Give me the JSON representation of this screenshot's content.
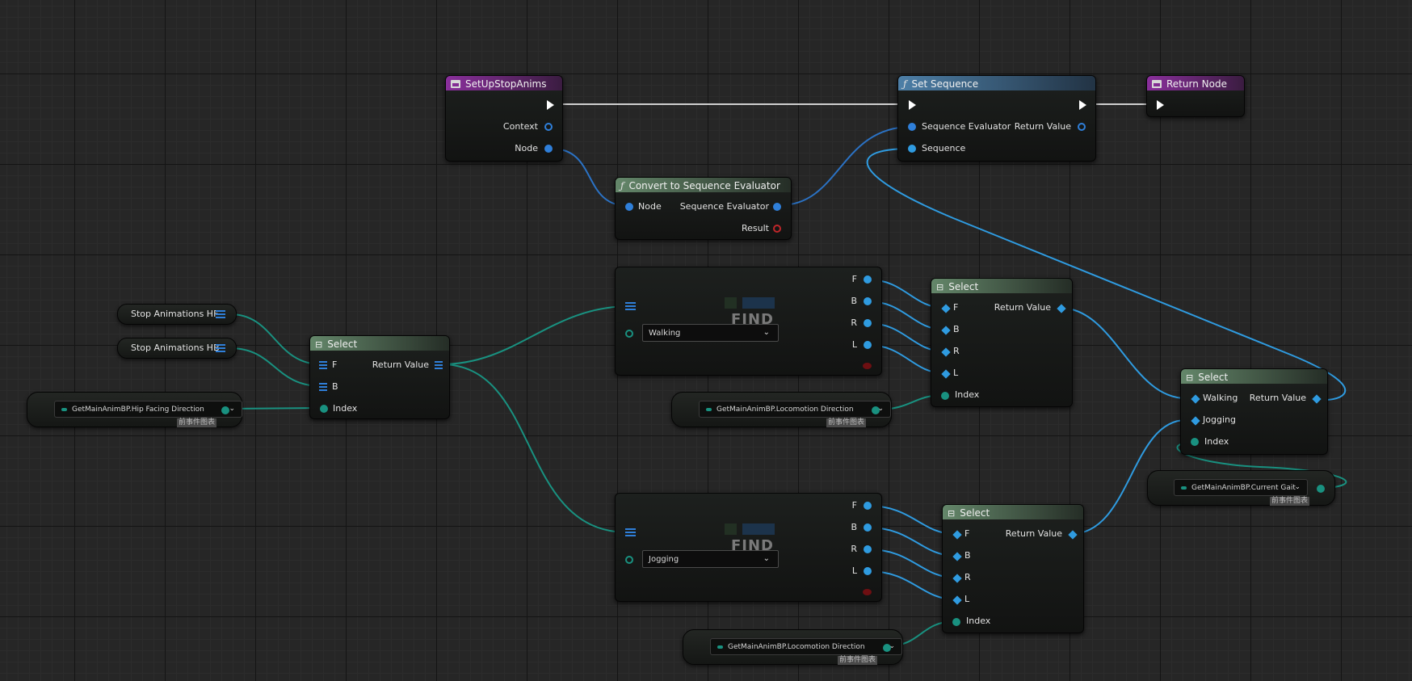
{
  "nodes": {
    "setup": {
      "title": "SetUpStopAnims",
      "context": "Context",
      "node": "Node"
    },
    "set_sequence": {
      "title": "Set Sequence",
      "evaluator": "Sequence Evaluator",
      "return_value": "Return Value",
      "sequence": "Sequence"
    },
    "return_node": {
      "title": "Return Node"
    },
    "convert": {
      "title": "Convert to Sequence Evaluator",
      "node": "Node",
      "evaluator": "Sequence Evaluator",
      "result": "Result"
    },
    "var_hf": {
      "label": "Stop Animations HF"
    },
    "var_hb": {
      "label": "Stop Animations HB"
    },
    "hip_dir": {
      "label": "GetMainAnimBP.Hip Facing Direction",
      "tag": "前事件图表"
    },
    "select_left": {
      "title": "Select",
      "f": "F",
      "b": "B",
      "index": "Index",
      "return_value": "Return Value"
    },
    "find_walk": {
      "watermark": "FIND",
      "value": "Walking",
      "pins": [
        "F",
        "B",
        "R",
        "L"
      ]
    },
    "find_jog": {
      "watermark": "FIND",
      "value": "Jogging",
      "pins": [
        "F",
        "B",
        "R",
        "L"
      ]
    },
    "select_mid_top": {
      "title": "Select",
      "pins": [
        "F",
        "B",
        "R",
        "L"
      ],
      "index": "Index",
      "return_value": "Return Value"
    },
    "select_mid_bot": {
      "title": "Select",
      "pins": [
        "F",
        "B",
        "R",
        "L"
      ],
      "index": "Index",
      "return_value": "Return Value"
    },
    "loco_top": {
      "label": "GetMainAnimBP.Locomotion Direction",
      "tag": "前事件图表"
    },
    "loco_bot": {
      "label": "GetMainAnimBP.Locomotion Direction",
      "tag": "前事件图表"
    },
    "select_right": {
      "title": "Select",
      "walking": "Walking",
      "jogging": "Jogging",
      "index": "Index",
      "return_value": "Return Value"
    },
    "gait": {
      "label": "GetMainAnimBP.Current Gait",
      "tag": "前事件图表"
    }
  },
  "colors": {
    "struct_wire": "#2f7fd9",
    "enum_wire": "#199180",
    "exec_wire": "#e0e0e0",
    "event_header": "#8a2f9c",
    "function_header": "#4d7fa7",
    "pure_header": "#64876a"
  }
}
